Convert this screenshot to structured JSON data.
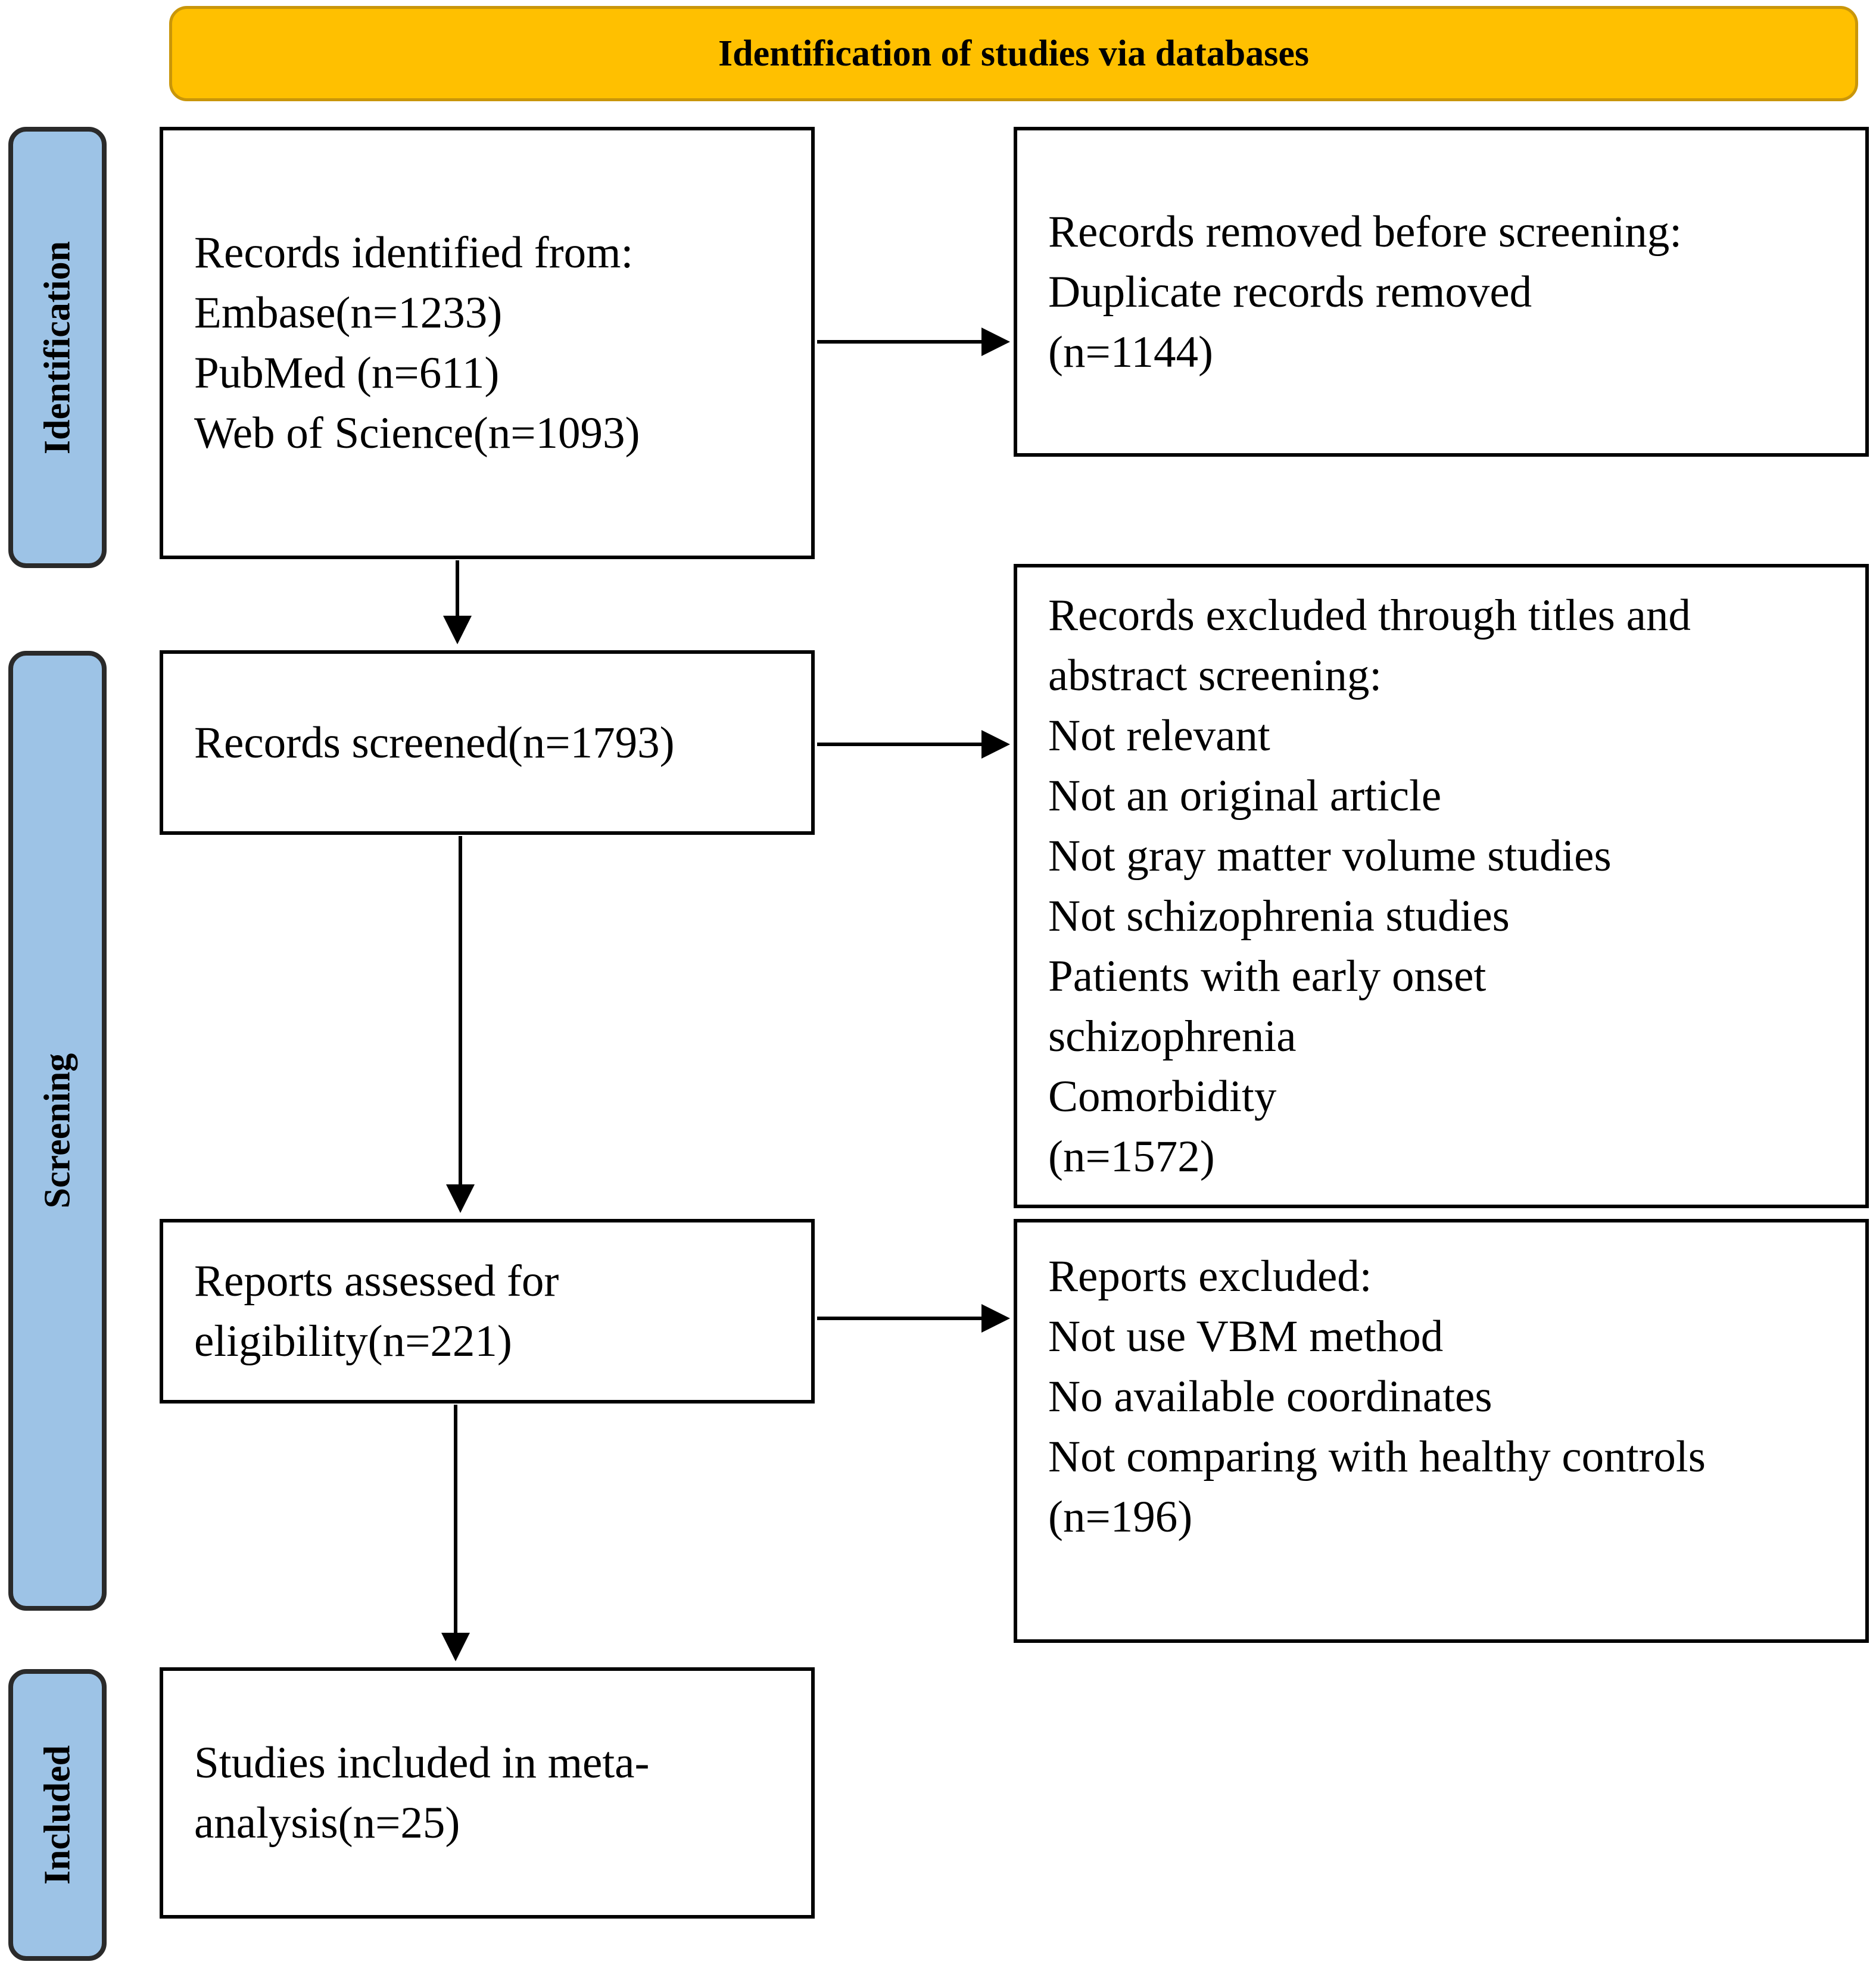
{
  "header": {
    "title": "Identification of studies via databases"
  },
  "phases": {
    "identification": "Identification",
    "screening": "Screening",
    "included": "Included"
  },
  "boxes": {
    "records_identified": [
      "Records identified from:",
      "Embase(n=1233)",
      "PubMed (n=611)",
      "Web of Science(n=1093)"
    ],
    "records_removed": [
      "Records removed before screening:",
      "Duplicate records removed",
      "(n=1144)"
    ],
    "records_screened": [
      "Records screened(n=1793)"
    ],
    "records_excluded": [
      "Records excluded through titles and",
      "abstract screening:",
      "Not relevant",
      "Not an original article",
      "Not gray matter volume studies",
      "Not schizophrenia studies",
      "Patients with early onset",
      "schizophrenia",
      "Comorbidity",
      "(n=1572)"
    ],
    "reports_assessed": [
      "Reports assessed for",
      "eligibility(n=221)"
    ],
    "reports_excluded": [
      "Reports excluded:",
      "Not use VBM method",
      "No available coordinates",
      "Not comparing with healthy controls",
      "(n=196)"
    ],
    "studies_included": [
      "Studies included in meta-",
      "analysis(n=25)"
    ]
  },
  "colors": {
    "header_fill": "#FFC000",
    "phase_fill": "#9DC3E6",
    "box_border": "#000000"
  }
}
